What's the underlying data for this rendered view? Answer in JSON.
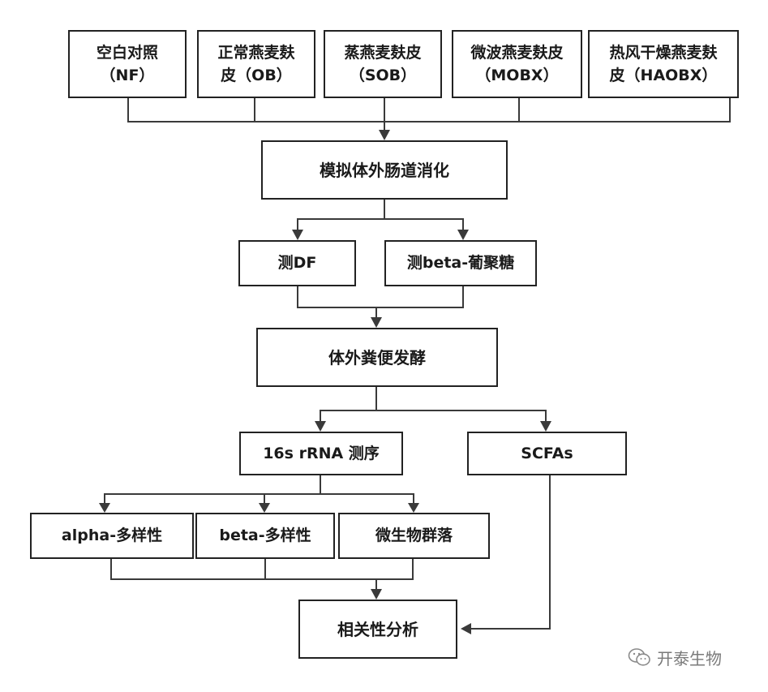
{
  "samples": [
    {
      "line1": "空白对照",
      "line2": "（NF）"
    },
    {
      "line1": "正常燕麦麸",
      "line2": "皮（OB）"
    },
    {
      "line1": "蒸燕麦麸皮",
      "line2": "（SOB）"
    },
    {
      "line1": "微波燕麦麸皮",
      "line2": "（MOBX）"
    },
    {
      "line1": "热风干燥燕麦麸",
      "line2": "皮（HAOBX）"
    }
  ],
  "digestion": "模拟体外肠道消化",
  "measure": {
    "df": "测DF",
    "glucan": "测beta-葡聚糖"
  },
  "fermentation": "体外粪便发酵",
  "sequencing": "16s rRNA 测序",
  "scfas": "SCFAs",
  "diversity": {
    "alpha": "alpha-多样性",
    "beta": "beta-多样性",
    "community": "微生物群落"
  },
  "correlation": "相关性分析",
  "watermark": {
    "text": "开泰生物",
    "icon": "wechat-icon"
  }
}
